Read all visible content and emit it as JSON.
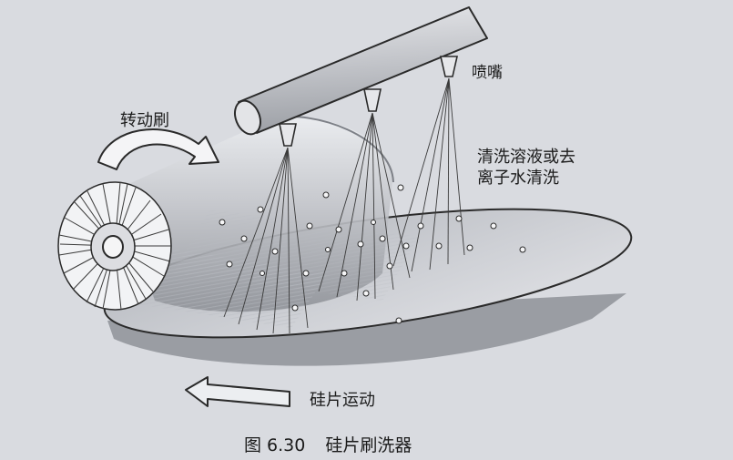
{
  "labels": {
    "nozzle": "喷嘴",
    "brush": "转动刷",
    "cleaning_line1": "清洗溶液或去",
    "cleaning_line2": "离子水清洗",
    "wafer_motion": "硅片运动"
  },
  "caption": {
    "number": "图 6.30",
    "title": "硅片刷洗器"
  },
  "colors": {
    "background": "#d9dbe0",
    "wafer": "#c9ccd2",
    "pipe": "#b8bbc1",
    "line": "#2a2a2a"
  },
  "icons": [
    "rotation-arrow-icon",
    "left-arrow-icon",
    "nozzle-icon",
    "droplet-icon"
  ]
}
